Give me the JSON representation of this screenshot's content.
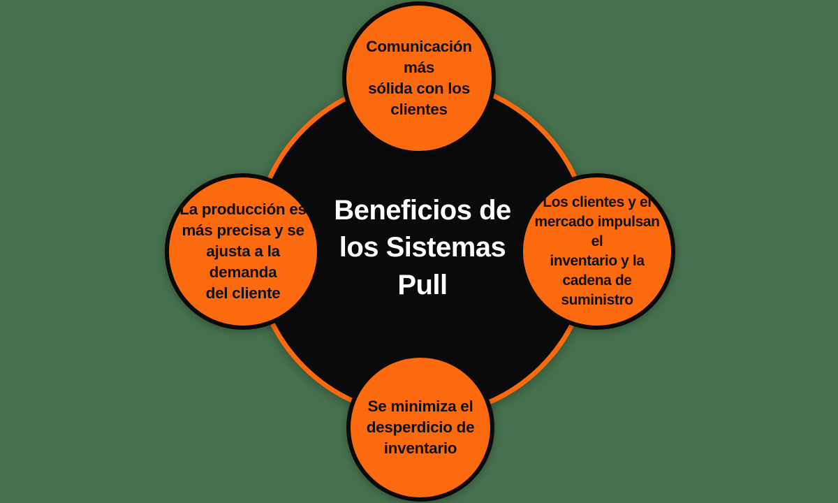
{
  "colors": {
    "background": "#47714E",
    "orange": "#FB6A0E",
    "black": "#0A0A0A",
    "title_text": "#FFFFFF",
    "node_text": "#111111"
  },
  "diagram": {
    "title": "Beneficios de los Sistemas Pull",
    "title_wrapped": "Beneficios de\nlos Sistemas\nPull",
    "nodes": [
      {
        "id": "top",
        "label": "Comunicación más sólida con los clientes",
        "wrapped": "Comunicación más\nsólida con los\nclientes"
      },
      {
        "id": "right",
        "label": "Los clientes y el mercado impulsan el inventario y la cadena de suministro",
        "wrapped": "Los clientes y el\nmercado impulsan el\ninventario y la\ncadena de\nsuministro"
      },
      {
        "id": "bottom",
        "label": "Se minimiza el desperdicio de inventario",
        "wrapped": "Se minimiza el\ndesperdicio de\ninventario"
      },
      {
        "id": "left",
        "label": "La producción es más precisa y se ajusta a la demanda del cliente",
        "wrapped": "La producción es\nmás precisa y se\najusta a la demanda\ndel cliente"
      }
    ]
  }
}
